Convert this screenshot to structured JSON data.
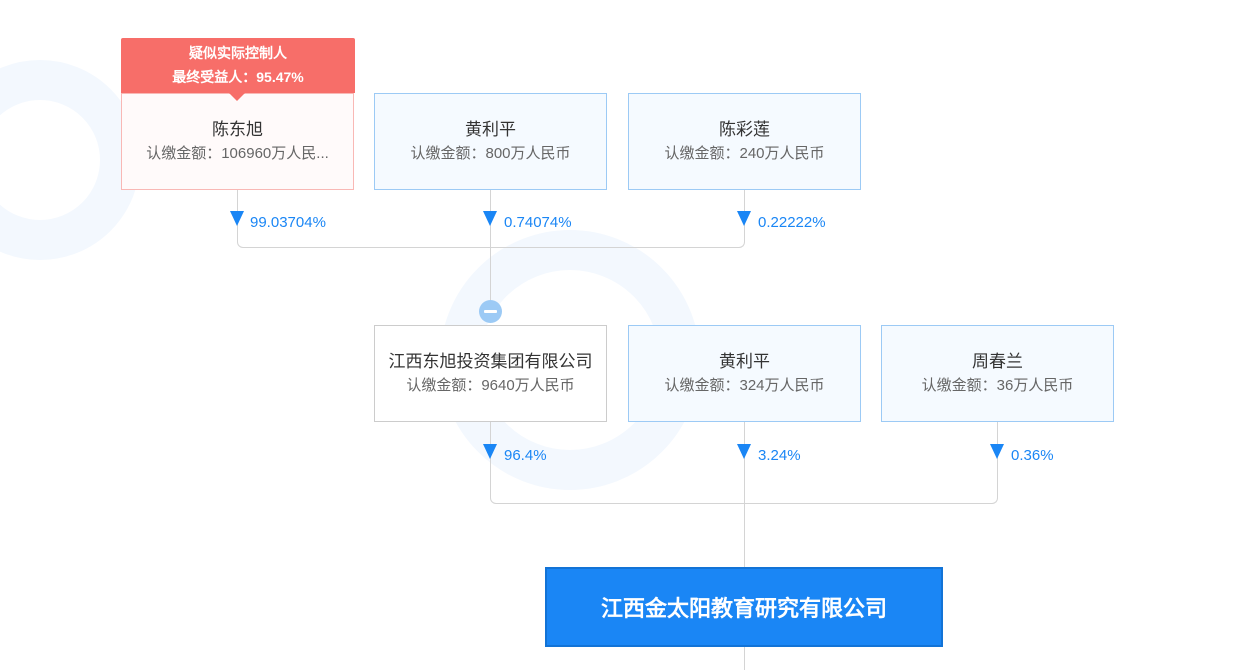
{
  "controller_tag": {
    "line1": "疑似实际控制人",
    "line2": "最终受益人：95.47%"
  },
  "row1": [
    {
      "name": "陈东旭",
      "amount": "认缴金额：106960万人民...",
      "pct": "99.03704%"
    },
    {
      "name": "黄利平",
      "amount": "认缴金额：800万人民币",
      "pct": "0.74074%"
    },
    {
      "name": "陈彩莲",
      "amount": "认缴金额：240万人民币",
      "pct": "0.22222%"
    }
  ],
  "row2": [
    {
      "name": "江西东旭投资集团有限公司",
      "amount": "认缴金额：9640万人民币",
      "pct": "96.4%"
    },
    {
      "name": "黄利平",
      "amount": "认缴金额：324万人民币",
      "pct": "3.24%"
    },
    {
      "name": "周春兰",
      "amount": "认缴金额：36万人民币",
      "pct": "0.36%"
    }
  ],
  "target": {
    "name": "江西金太阳教育研究有限公司"
  },
  "colors": {
    "accent": "#1a86f5",
    "controller": "#f76e69"
  }
}
